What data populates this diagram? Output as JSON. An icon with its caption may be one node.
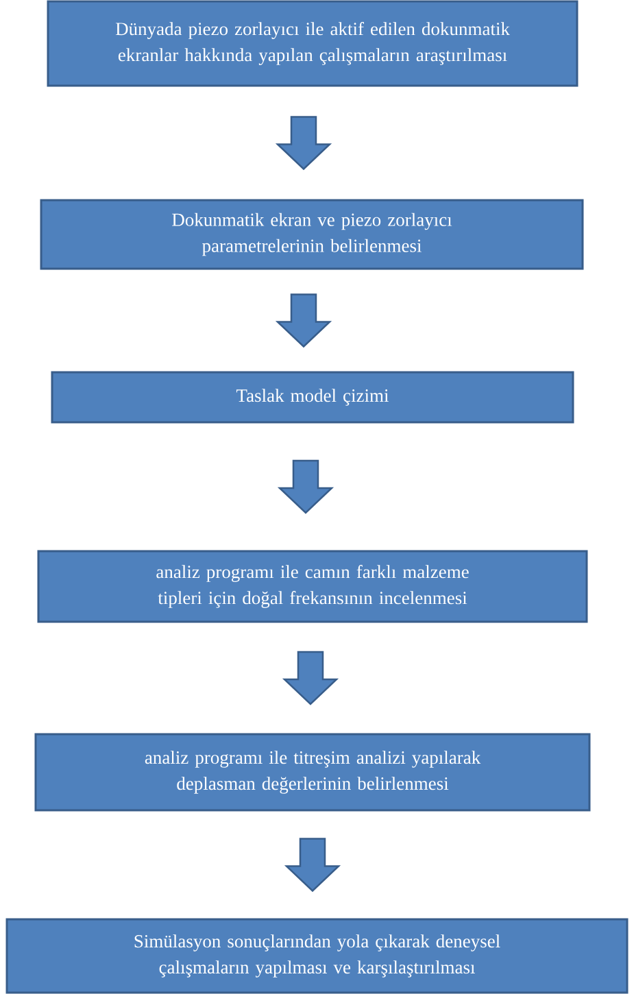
{
  "diagram": {
    "nodes": [
      {
        "text": [
          "Dünyada piezo zorlayıcı ile aktif edilen dokunmatik ekranlar hakkında yapılan çalışmaların araştırılması"
        ]
      },
      {
        "text": [
          "Dokunmatik ekran ve piezo zorlayıcı parametrelerinin belirlenmesi"
        ]
      },
      {
        "text": [
          "Taslak model çizimi"
        ]
      },
      {
        "text": [
          "analiz programı ile camın farklı malzeme tipleri için doğal frekansının incelenmesi"
        ]
      },
      {
        "text": [
          "analiz programı ile titreşim analizi yapılarak deplasman değerlerinin belirlenmesi"
        ]
      },
      {
        "text": [
          "Simülasyon sonuçlarından yola çıkarak deneysel çalışmaların yapılması ve karşılaştırılması"
        ]
      }
    ],
    "edges": [
      {
        "from": 0,
        "to": 1,
        "arrow": "to"
      },
      {
        "from": 1,
        "to": 2,
        "arrow": "to"
      },
      {
        "from": 2,
        "to": 3,
        "arrow": "to"
      },
      {
        "from": 3,
        "to": 4,
        "arrow": "to"
      },
      {
        "from": 4,
        "to": 5,
        "arrow": "to"
      }
    ]
  }
}
